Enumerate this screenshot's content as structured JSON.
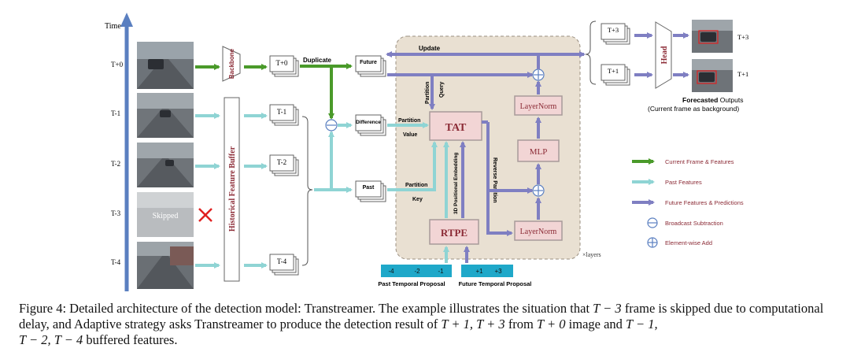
{
  "time_axis": {
    "label": "Time",
    "ticks": [
      "T+0",
      "T-1",
      "T-2",
      "T-3",
      "T-4"
    ]
  },
  "frames": {
    "skipped_label": "Skipped"
  },
  "modules": {
    "backbone": "Backbone",
    "buffer": "Historical Feature Buffer",
    "tat": "TAT",
    "rtpe": "RTPE",
    "mlp": "MLP",
    "layernorm_top": "LayerNorm",
    "layernorm_bottom": "LayerNorm",
    "head": "Head",
    "layers_label": "×layers"
  },
  "features": {
    "t0": "T+0",
    "t1": "T-1",
    "t2": "T-2",
    "t4": "T-4",
    "future": "Future",
    "difference": "Difference",
    "past": "Past",
    "out_t3": "T+3",
    "out_t1": "T+1"
  },
  "edge_labels": {
    "duplicate": "Duplicate",
    "update": "Update",
    "partition_query_1": "Partition",
    "partition_query_2": "Query",
    "partition_value_1": "Partition",
    "partition_value_2": "Value",
    "partition_key_1": "Partition",
    "partition_key_2": "Key",
    "embedding": "3D Positional Embedding",
    "reverse_partition": "Reverse Partition"
  },
  "proposals": {
    "past_values": [
      "-4",
      "-2",
      "-1"
    ],
    "future_values": [
      "+1",
      "+3"
    ],
    "past_label": "Past Temporal Proposal",
    "future_label": "Future Temporal Proposal"
  },
  "outputs": {
    "label_t3": "T+3",
    "label_t1": "T+1",
    "title_bold": "Forecasted",
    "title_rest": " Outputs",
    "subtitle": "(Current frame as background)"
  },
  "legend": [
    {
      "label": "Current Frame & Features",
      "color": "#4a9a2a"
    },
    {
      "label": "Past Features",
      "color": "#8fd4d4"
    },
    {
      "label": "Future Features & Predictions",
      "color": "#7f7fc2"
    },
    {
      "label": "Broadcast Subtraction",
      "color": "#5a7fc0"
    },
    {
      "label": "Element-wise Add",
      "color": "#5a7fc0"
    }
  ],
  "caption": {
    "prefix": "Figure 4:",
    "part1": " Detailed architecture of the detection model: Transtreamer. The example illustrates the situation that ",
    "math1": "T − 3",
    "part2": " frame is skipped due to computational delay, and Adaptive strategy asks Transtreamer to produce the detection result of ",
    "math2": "T + 1, T + 3",
    "part3": " from ",
    "math3": "T + 0",
    "part4": " image and ",
    "math4": "T − 1,",
    "math5": "T − 2, T − 4",
    "part5": " buffered features."
  }
}
